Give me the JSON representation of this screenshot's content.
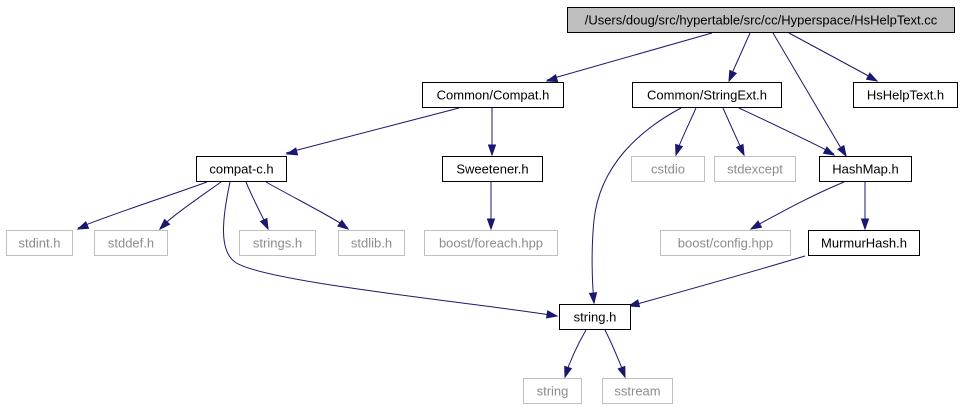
{
  "nodes": [
    {
      "id": "root",
      "label": "/Users/doug/src/hypertable/src/cc/Hyperspace/HsHelpText.cc",
      "kind": "root"
    },
    {
      "id": "compat",
      "label": "Common/Compat.h",
      "kind": "doc"
    },
    {
      "id": "stringext",
      "label": "Common/StringExt.h",
      "kind": "doc"
    },
    {
      "id": "hshelptext",
      "label": "HsHelpText.h",
      "kind": "doc"
    },
    {
      "id": "compatc",
      "label": "compat-c.h",
      "kind": "doc"
    },
    {
      "id": "sweetener",
      "label": "Sweetener.h",
      "kind": "doc"
    },
    {
      "id": "cstdio",
      "label": "cstdio",
      "kind": "ext"
    },
    {
      "id": "stdexcept",
      "label": "stdexcept",
      "kind": "ext"
    },
    {
      "id": "hashmap",
      "label": "HashMap.h",
      "kind": "doc"
    },
    {
      "id": "stdint",
      "label": "stdint.h",
      "kind": "ext"
    },
    {
      "id": "stddef",
      "label": "stddef.h",
      "kind": "ext"
    },
    {
      "id": "strings",
      "label": "strings.h",
      "kind": "ext"
    },
    {
      "id": "stdlib",
      "label": "stdlib.h",
      "kind": "ext"
    },
    {
      "id": "foreach",
      "label": "boost/foreach.hpp",
      "kind": "ext"
    },
    {
      "id": "boostconfig",
      "label": "boost/config.hpp",
      "kind": "ext"
    },
    {
      "id": "murmur",
      "label": "MurmurHash.h",
      "kind": "doc"
    },
    {
      "id": "stringh",
      "label": "string.h",
      "kind": "doc"
    },
    {
      "id": "string",
      "label": "string",
      "kind": "ext"
    },
    {
      "id": "sstream",
      "label": "sstream",
      "kind": "ext"
    }
  ],
  "edges": [
    {
      "from": "root",
      "to": "compat"
    },
    {
      "from": "root",
      "to": "stringext"
    },
    {
      "from": "root",
      "to": "hashmap"
    },
    {
      "from": "root",
      "to": "hshelptext"
    },
    {
      "from": "compat",
      "to": "compatc"
    },
    {
      "from": "compat",
      "to": "sweetener"
    },
    {
      "from": "compatc",
      "to": "stdint"
    },
    {
      "from": "compatc",
      "to": "stddef"
    },
    {
      "from": "compatc",
      "to": "strings"
    },
    {
      "from": "compatc",
      "to": "stdlib"
    },
    {
      "from": "compatc",
      "to": "stringh"
    },
    {
      "from": "sweetener",
      "to": "foreach"
    },
    {
      "from": "stringext",
      "to": "cstdio"
    },
    {
      "from": "stringext",
      "to": "stdexcept"
    },
    {
      "from": "stringext",
      "to": "hashmap"
    },
    {
      "from": "stringext",
      "to": "stringh"
    },
    {
      "from": "hashmap",
      "to": "boostconfig"
    },
    {
      "from": "hashmap",
      "to": "murmur"
    },
    {
      "from": "murmur",
      "to": "stringh"
    },
    {
      "from": "stringh",
      "to": "string"
    },
    {
      "from": "stringh",
      "to": "sstream"
    }
  ],
  "colors": {
    "edge": "#191970",
    "root_fill": "#bfbfbf",
    "node_border": "#000000",
    "external_border": "#bfbfbf",
    "external_text": "#8c8c8c"
  }
}
